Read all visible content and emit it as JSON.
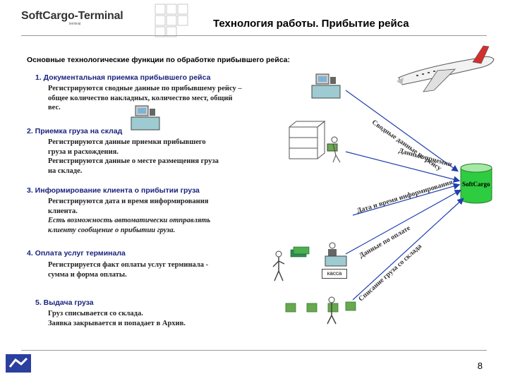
{
  "header": {
    "logo_main": "SoftCargo-Terminal",
    "logo_sub": "terminal",
    "title": "Технология работы. Прибытие рейса"
  },
  "intro": "Основные технологические функции по обработке прибывшего рейса:",
  "steps": [
    {
      "heading": "1. Документальная приемка прибывшего рейса",
      "lines": [
        "Регистрируются сводные данные по прибывшему рейсу –",
        "общее количество накладных, количество мест, общий",
        "вес."
      ]
    },
    {
      "heading": "2. Приемка груза на склад",
      "lines": [
        "Регистрируются данные приемки прибывшего",
        "груза и расхождения.",
        "Регистрируются данные о месте размещения груза",
        "на складе."
      ]
    },
    {
      "heading": "3. Информирование клиента о прибытии груза",
      "lines": [
        "Регистрируются дата и время информирования",
        "клиента."
      ],
      "italic_lines": [
        "Есть возможность автоматически отправлять",
        "клиенту сообщение о прибытии груза."
      ]
    },
    {
      "heading": "4. Оплата услуг терминала",
      "lines": [
        "Регистрируется факт оплаты услуг терминала -",
        "сумма и форма оплаты."
      ]
    },
    {
      "heading": "5. Выдача груза",
      "lines": [
        "Груз списывается со склада.",
        "Заявка закрывается и попадает в Архив."
      ]
    }
  ],
  "arrow_labels": {
    "summary": "Сводные данные по рейсу",
    "receipt": "Данные приемки",
    "inform": "Дата и время информирования",
    "payment": "Данные по оплате",
    "writeoff": "Списание груза со склада"
  },
  "db_label": "SoftCargo",
  "kassa_label": "касса",
  "page_number": "8",
  "colors": {
    "heading": "#1a237e",
    "arrow": "#1f3fb0",
    "db": "#2ecc40",
    "money": "#2e8b57"
  }
}
